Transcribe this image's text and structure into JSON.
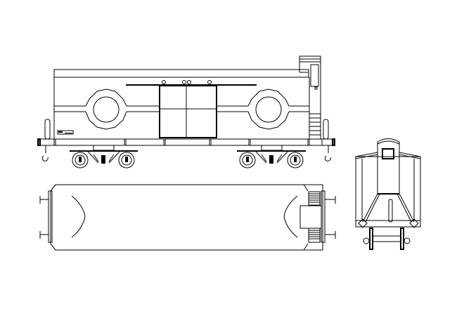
{
  "drawing": {
    "background_color": "#ffffff",
    "line_color": "#000000",
    "views": [
      "side-elevation",
      "top-plan",
      "end-elevation"
    ]
  }
}
